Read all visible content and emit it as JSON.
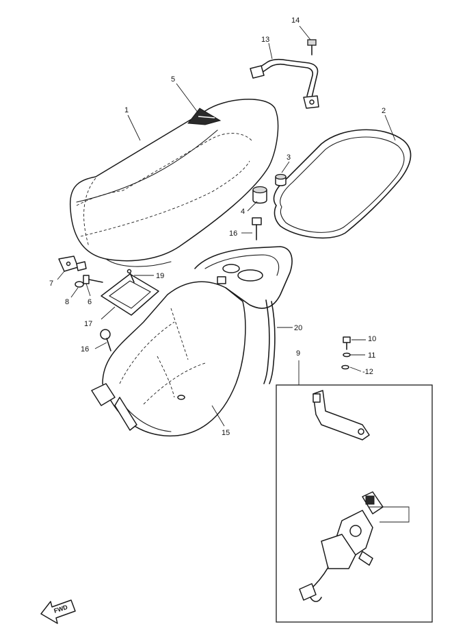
{
  "callouts": {
    "c1": "1",
    "c2": "2",
    "c3": "3",
    "c4": "4",
    "c5": "5",
    "c6": "6",
    "c7": "7",
    "c8": "8",
    "c9": "9",
    "c10": "10",
    "c11": "11",
    "c12": "-12",
    "c13": "13",
    "c14": "14",
    "c15": "15",
    "c16a": "16",
    "c16b": "16",
    "c17": "17",
    "c19": "19",
    "c20": "20"
  },
  "direction_arrow": {
    "label": "FWD"
  }
}
